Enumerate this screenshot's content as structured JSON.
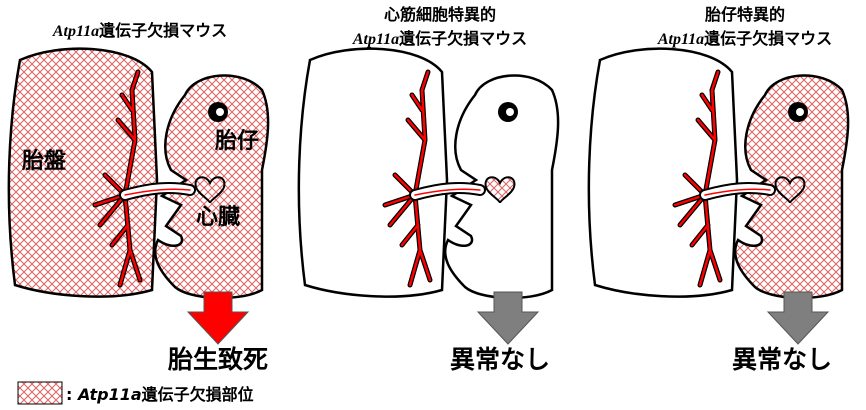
{
  "panels": [
    {
      "title_lines": [
        {
          "gene": "Atp11a",
          "rest": "遺伝子欠損マウス"
        }
      ],
      "outcome": "胎生致死",
      "arrow_color": "#ff0000",
      "labels": {
        "placenta": "胎盤",
        "fetus": "胎仔",
        "heart": "心臓"
      }
    },
    {
      "title_lines": [
        {
          "gene": "",
          "rest": "心筋細胞特異的"
        },
        {
          "gene": "Atp11a",
          "rest": "遺伝子欠損マウス"
        }
      ],
      "outcome": "異常なし",
      "arrow_color": "#7f7f7f"
    },
    {
      "title_lines": [
        {
          "gene": "",
          "rest": "胎仔特異的"
        },
        {
          "gene": "Atp11a",
          "rest": "遺伝子欠損マウス"
        }
      ],
      "outcome": "異常なし",
      "arrow_color": "#7f7f7f"
    }
  ],
  "legend": {
    "separator": ":",
    "gene": "Atp11a",
    "text": "遺伝子欠損部位"
  },
  "colors": {
    "hatch": "#e06060",
    "vessel": "#ff0000"
  }
}
